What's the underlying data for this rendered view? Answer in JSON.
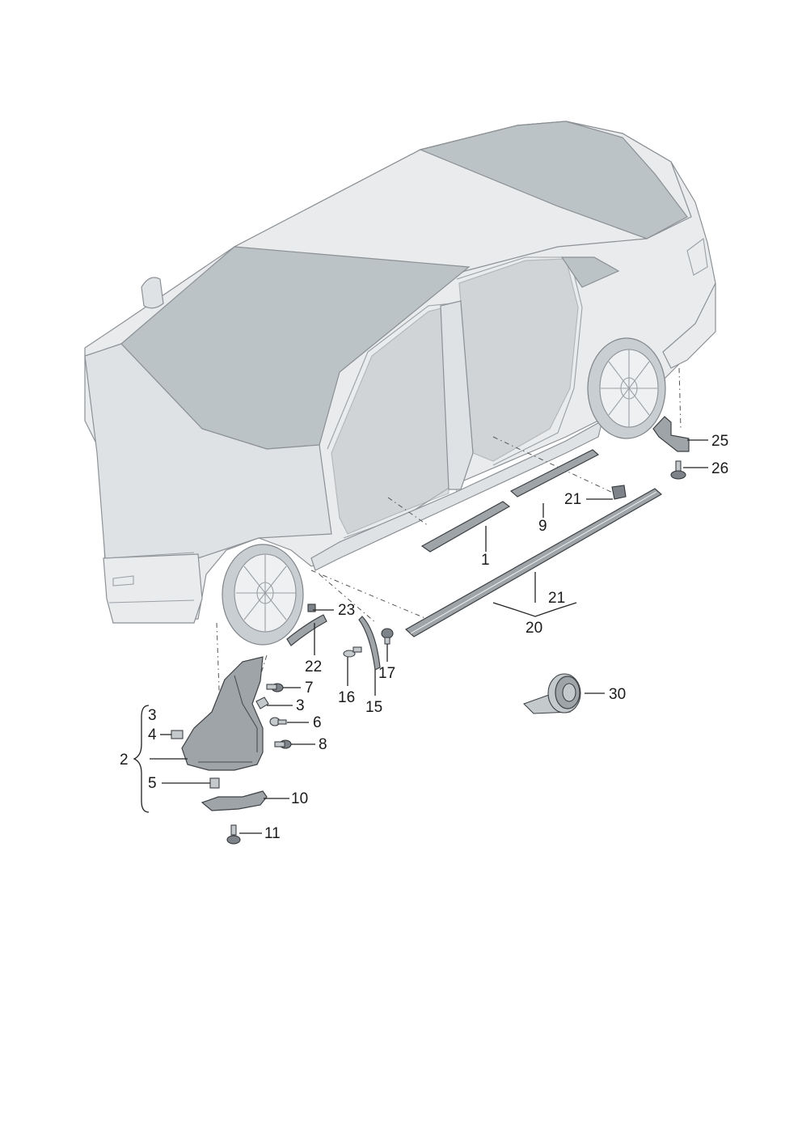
{
  "labels": {
    "l1": "1",
    "l2": "2",
    "l3a": "3",
    "l3b": "3",
    "l4": "4",
    "l5": "5",
    "l6": "6",
    "l7": "7",
    "l8": "8",
    "l9": "9",
    "l10": "10",
    "l11": "11",
    "l15": "15",
    "l16": "16",
    "l17": "17",
    "l20": "20",
    "l21a": "21",
    "l21b": "21",
    "l22": "22",
    "l23": "23",
    "l25": "25",
    "l26": "26",
    "l30": "30"
  },
  "icons": {
    "car": "car-outline-illustration",
    "parts": [
      "sill-trim-strip",
      "wheel-housing-liner",
      "bracket",
      "screw",
      "clip",
      "nut",
      "adhesive-tape-roll"
    ]
  }
}
